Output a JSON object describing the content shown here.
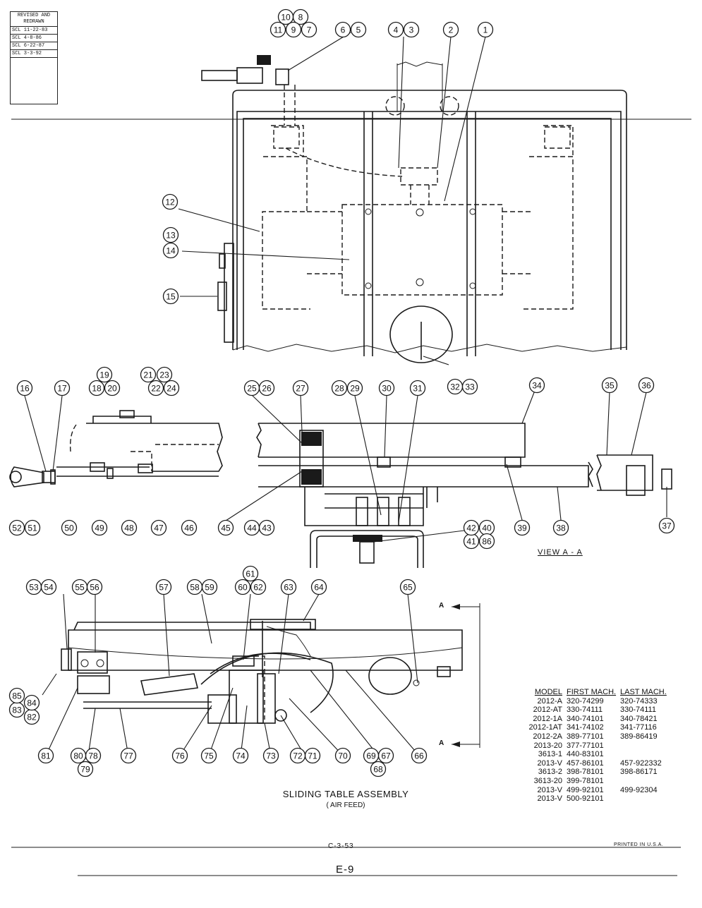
{
  "revision_block": {
    "heading": "REVISED AND\nREDRAWN",
    "entries": [
      "SCL  11-22-83",
      "SCL  4-8-86",
      "SCL  6-22-87",
      "SCL  3-3-92"
    ]
  },
  "view_label": "VIEW  A - A",
  "section_marks": [
    "A",
    "A"
  ],
  "caption": {
    "title": "SLIDING TABLE ASSEMBLY",
    "subtitle": "( AIR  FEED)"
  },
  "model_table": {
    "headers": [
      "MODEL",
      "FIRST MACH.",
      "LAST MACH."
    ],
    "rows": [
      [
        "2012-A",
        "320-74299",
        "320-74333"
      ],
      [
        "2012-AT",
        "330-74111",
        "330-74111"
      ],
      [
        "2012-1A",
        "340-74101",
        "340-78421"
      ],
      [
        "2012-1AT",
        "341-74102",
        "341-77116"
      ],
      [
        "2012-2A",
        "389-77101",
        "389-86419"
      ],
      [
        "2013-20",
        "377-77101",
        ""
      ],
      [
        "3613-1",
        "440-83101",
        ""
      ],
      [
        "2013-V",
        "457-86101",
        "457-922332"
      ],
      [
        "3613-2",
        "398-78101",
        "398-86171"
      ],
      [
        "3613-20",
        "399-78101",
        ""
      ],
      [
        "2013-V",
        "499-92101",
        "499-92304"
      ],
      [
        "2013-V",
        "500-92101",
        ""
      ]
    ]
  },
  "footer": {
    "drawing_number": "C-3-53",
    "printed": "PRINTED  IN  U.S.A.",
    "page": "E-9"
  },
  "callouts": [
    "1",
    "2",
    "3",
    "4",
    "5",
    "6",
    "7",
    "8",
    "9",
    "10",
    "11",
    "12",
    "13",
    "14",
    "15",
    "16",
    "17",
    "18",
    "19",
    "20",
    "21",
    "22",
    "23",
    "24",
    "25",
    "26",
    "27",
    "28",
    "29",
    "30",
    "31",
    "32",
    "33",
    "34",
    "35",
    "36",
    "37",
    "38",
    "39",
    "40",
    "41",
    "42",
    "43",
    "44",
    "45",
    "46",
    "47",
    "48",
    "49",
    "50",
    "51",
    "52",
    "53",
    "54",
    "55",
    "56",
    "57",
    "58",
    "59",
    "60",
    "61",
    "62",
    "63",
    "64",
    "65",
    "66",
    "67",
    "68",
    "69",
    "70",
    "71",
    "72",
    "73",
    "74",
    "75",
    "76",
    "77",
    "78",
    "79",
    "80",
    "81",
    "82",
    "83",
    "84",
    "85",
    "86"
  ]
}
